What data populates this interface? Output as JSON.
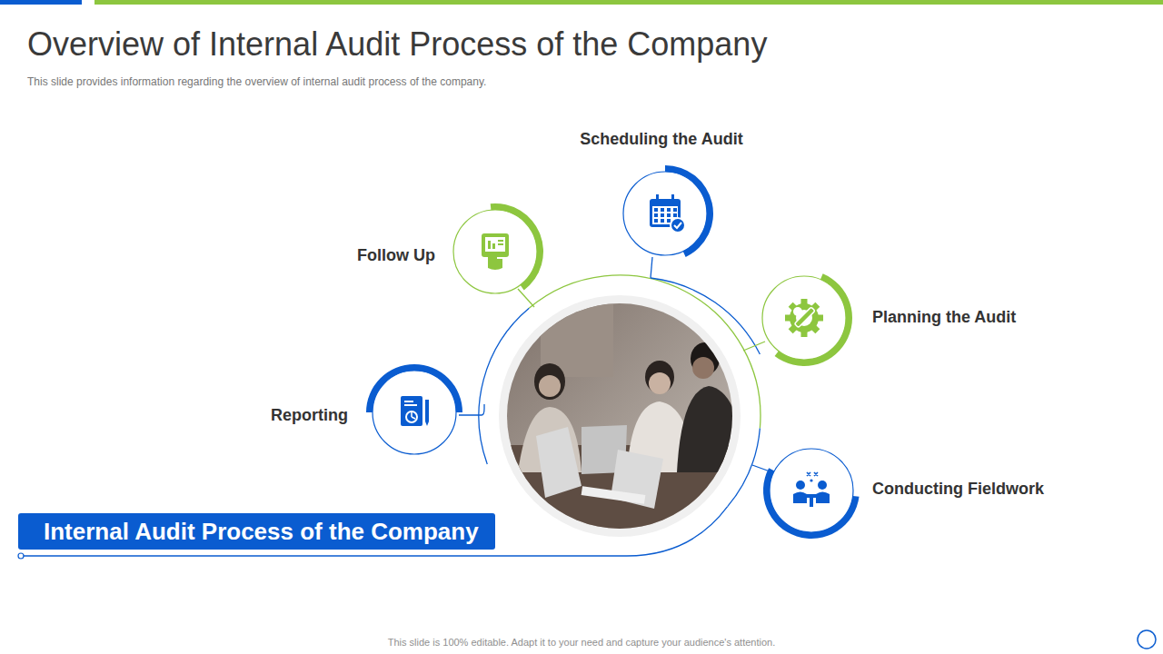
{
  "diagram": {
    "title": "Overview of Internal Audit Process of the Company",
    "nodes": [
      {
        "text": [
          "Scheduling the Audit"
        ]
      },
      {
        "text": [
          "Follow Up"
        ]
      },
      {
        "text": [
          "Planning the Audit"
        ]
      },
      {
        "text": [
          "Reporting"
        ]
      },
      {
        "text": [
          "Conducting Fieldwork"
        ]
      },
      {
        "text": [
          "Internal Audit Process of the Company"
        ]
      }
    ],
    "labels": [
      "This slide provides information regarding the overview of internal audit process of the company.",
      "This slide is 100% editable. Adapt it to your need and capture your audience's attention."
    ]
  }
}
